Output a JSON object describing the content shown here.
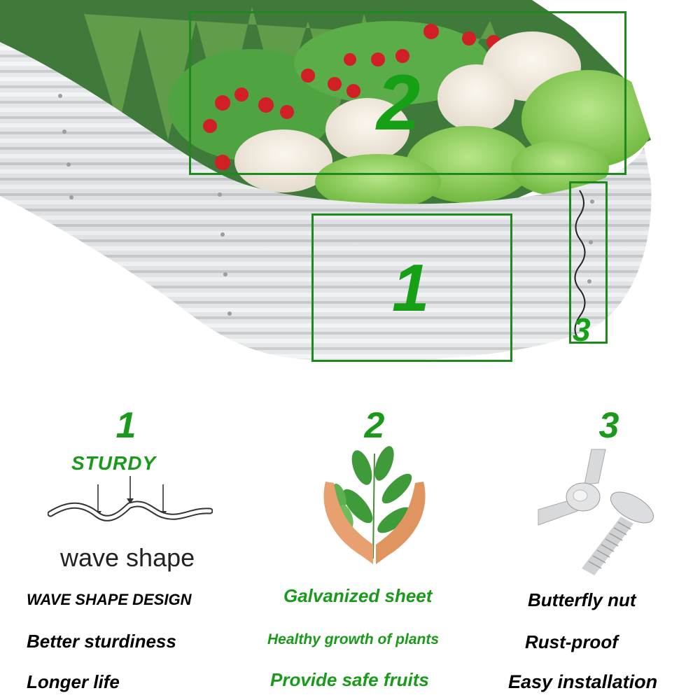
{
  "hero": {
    "callouts": [
      {
        "number": "1",
        "target": "corrugated wall"
      },
      {
        "number": "2",
        "target": "planting area"
      },
      {
        "number": "3",
        "target": "bolt seam"
      }
    ]
  },
  "features": [
    {
      "number": "1",
      "heading": "STURDY",
      "icon_caption": "wave shape",
      "icon": "wave-arrows-icon",
      "lines": [
        "WAVE SHAPE DESIGN",
        "Better sturdiness",
        "Longer life"
      ],
      "color": "#000000"
    },
    {
      "number": "2",
      "icon": "plant-in-hands-icon",
      "lines": [
        "Galvanized sheet",
        "Healthy growth of plants",
        "Provide safe fruits"
      ],
      "color": "#1a9a1a"
    },
    {
      "number": "3",
      "icon": "wing-nut-bolt-icon",
      "lines": [
        "Butterfly nut",
        "Rust-proof",
        "Easy installation"
      ],
      "color": "#000000"
    }
  ],
  "colors": {
    "accent_green": "#1a9a1a",
    "callout_border": "#1e8a1e",
    "metal": "#d6d8da"
  }
}
